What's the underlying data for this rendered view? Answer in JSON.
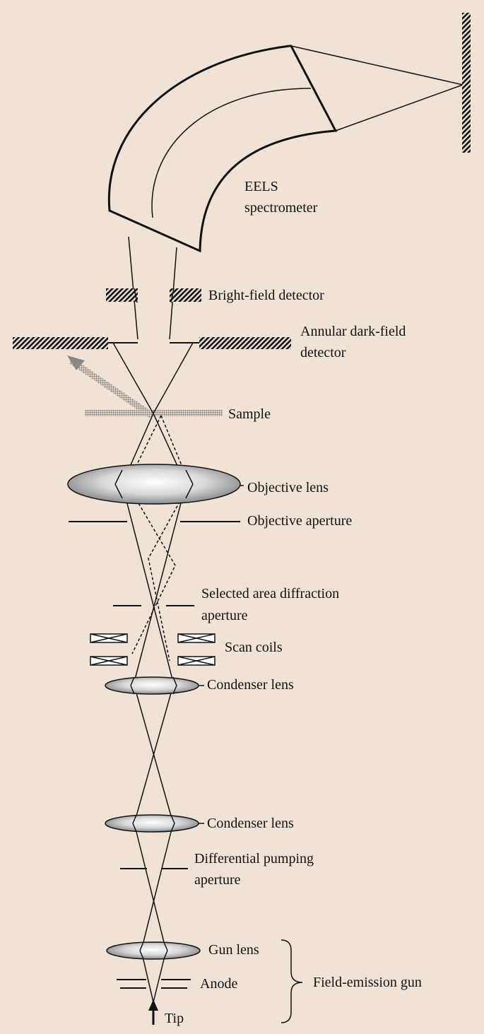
{
  "labels": {
    "eels": "EELS",
    "spectrometer": "spectrometer",
    "bright_field": "Bright-field detector",
    "adf_line1": "Annular dark-field",
    "adf_line2": "detector",
    "sample": "Sample",
    "objective_lens": "Objective lens",
    "objective_aperture": "Objective aperture",
    "sad_line1": "Selected area diffraction",
    "sad_line2": "aperture",
    "scan_coils": "Scan coils",
    "condenser_upper": "Condenser lens",
    "condenser_lower": "Condenser lens",
    "dpa_line1": "Differential pumping",
    "dpa_line2": "aperture",
    "gun_lens": "Gun lens",
    "anode": "Anode",
    "tip": "Tip",
    "feg": "Field-emission gun"
  },
  "colors": {
    "background": "#f0e3d5",
    "ink": "#111111",
    "lens_fill": "#b8b8b8",
    "sample_fill": "#9a9a9a"
  }
}
